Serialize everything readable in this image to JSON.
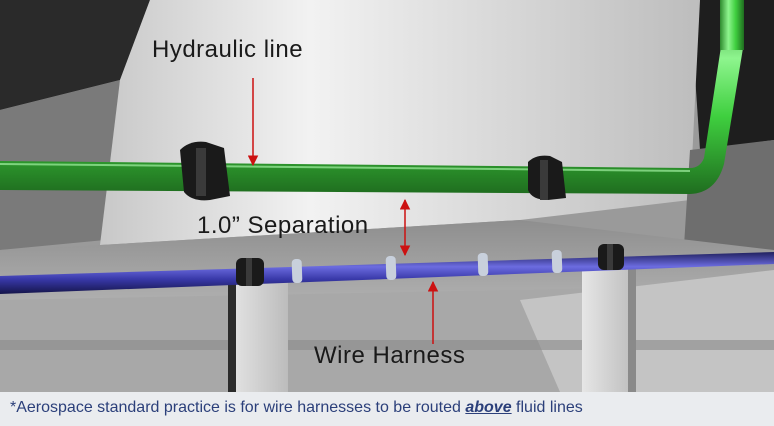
{
  "labels": {
    "hydraulic_line": "Hydraulic line",
    "separation": "1.0” Separation",
    "wire_harness": "Wire Harness"
  },
  "footer": {
    "prefix": "*Aerospace standard practice is for wire harnesses to be routed ",
    "emphasis": "above",
    "suffix": " fluid lines"
  },
  "colors": {
    "hydraulic_pipe": "#3fcf3f",
    "wire_harness": "#3838a8",
    "annotation_arrow": "#cc1111",
    "footer_text": "#2b3f7a",
    "footer_bg": "#eaecef"
  }
}
